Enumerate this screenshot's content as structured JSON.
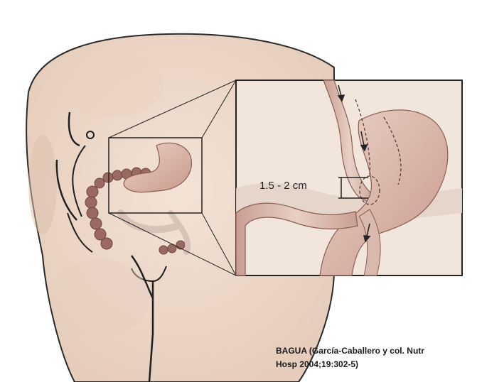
{
  "measurement": {
    "label": "1.5 - 2 cm"
  },
  "caption": {
    "line1": "BAGUA (García-Caballero y col. Nutr",
    "line2": "Hosp 2004;19:302-5)"
  }
}
